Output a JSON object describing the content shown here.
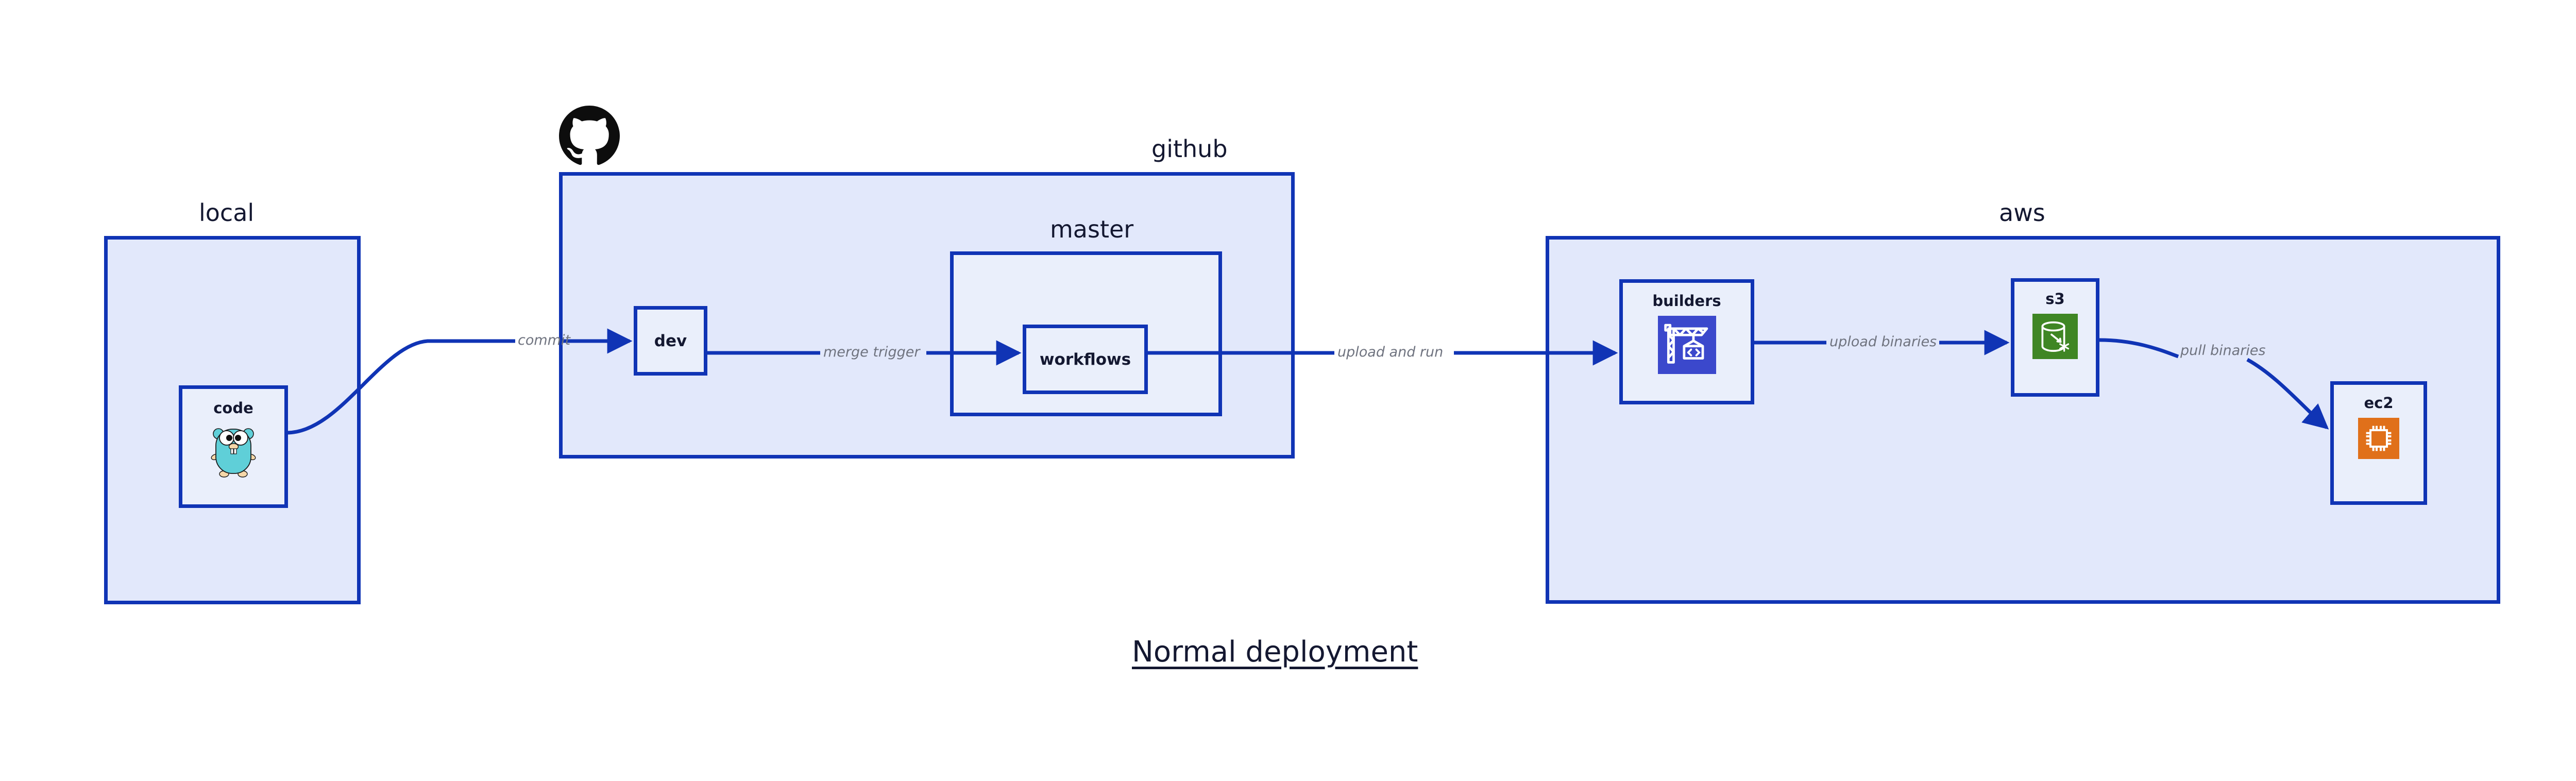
{
  "diagram": {
    "title": "Normal deployment",
    "accent_border": "#1034b5",
    "zone_fill": "#e2e8fb",
    "node_fill": "#eaeffb",
    "label_color": "#6f737f",
    "text_color": "#141831"
  },
  "zones": [
    {
      "key": "local",
      "label": "local"
    },
    {
      "key": "github",
      "label": "github"
    },
    {
      "key": "master",
      "label": "master"
    },
    {
      "key": "aws",
      "label": "aws"
    }
  ],
  "nodes": [
    {
      "key": "code",
      "label": "code",
      "icon": "go-gopher-icon",
      "icon_bg": "none"
    },
    {
      "key": "dev",
      "label": "dev",
      "icon": "none",
      "icon_bg": "none"
    },
    {
      "key": "workflows",
      "label": "workflows",
      "icon": "none",
      "icon_bg": "none"
    },
    {
      "key": "builders",
      "label": "builders",
      "icon": "aws-codebuild-icon",
      "icon_bg": "#3b48cc"
    },
    {
      "key": "s3",
      "label": "s3",
      "icon": "aws-s3-glacier-icon",
      "icon_bg": "#3f8624"
    },
    {
      "key": "ec2",
      "label": "ec2",
      "icon": "aws-ec2-icon",
      "icon_bg": "#e0701a"
    }
  ],
  "edges": [
    {
      "key": "commit",
      "label": "commit",
      "from": "code",
      "to": "dev"
    },
    {
      "key": "merge_trigger",
      "label": "merge trigger",
      "from": "dev",
      "to": "workflows"
    },
    {
      "key": "upload_and_run",
      "label": "upload and run",
      "from": "workflows",
      "to": "builders"
    },
    {
      "key": "upload_binaries",
      "label": "upload binaries",
      "from": "builders",
      "to": "s3"
    },
    {
      "key": "pull_binaries",
      "label": "pull binaries",
      "from": "s3",
      "to": "ec2"
    }
  ],
  "logos": [
    {
      "key": "github_octocat",
      "name": "github-octocat-logo"
    }
  ]
}
